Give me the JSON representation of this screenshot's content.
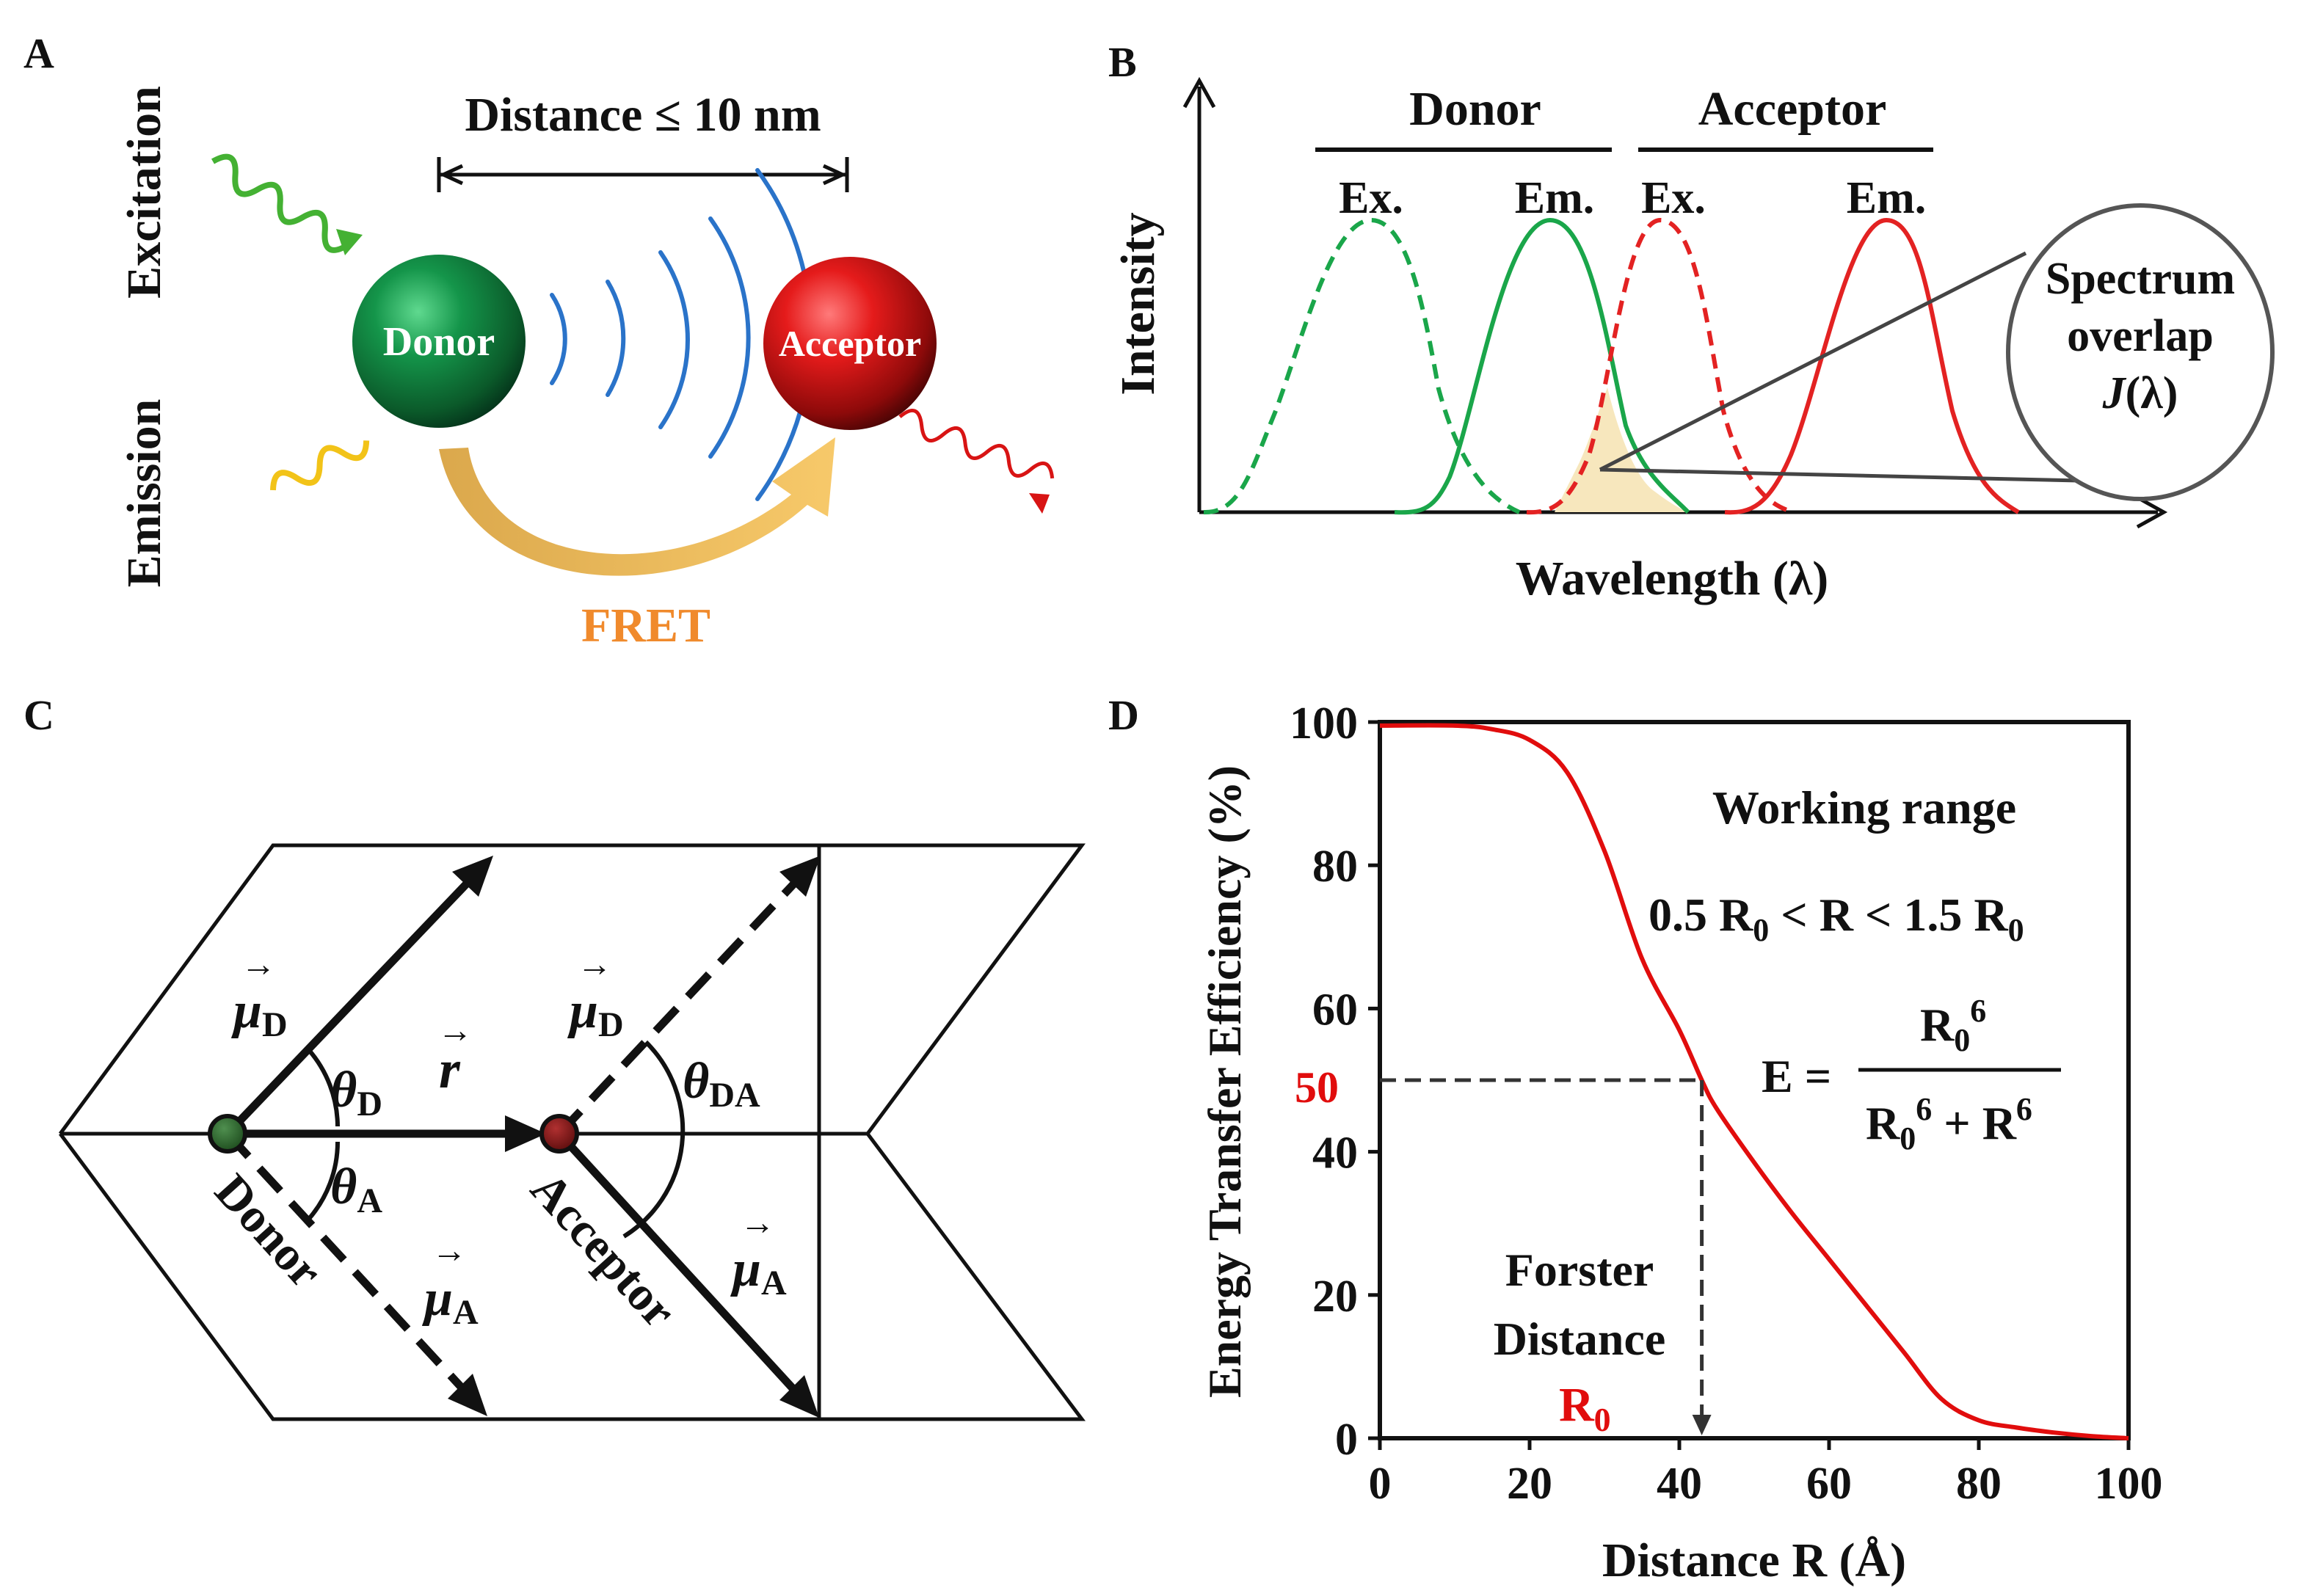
{
  "panel_labels": {
    "a": "A",
    "b": "B",
    "c": "C",
    "d": "D"
  },
  "colors": {
    "donor": "#1aa64a",
    "acceptor": "#e32222",
    "fret_arrow": "#e8ad42",
    "waves": "#2a73c9",
    "overlap": "#f7e7bd",
    "curve": "#e10d0d",
    "highlight": "#e10d0d",
    "fret_text": "#f08a2c"
  },
  "panel_a": {
    "distance_label": "Distance ≤ 10 nm",
    "excitation": "Excitation",
    "emission": "Emission",
    "donor": "Donor",
    "acceptor": "Acceptor",
    "fret": "FRET"
  },
  "panel_b": {
    "donor_header": "Donor",
    "acceptor_header": "Acceptor",
    "ex_label": "Ex.",
    "em_label": "Em.",
    "ex2_label": "Ex.",
    "em2_label": "Em.",
    "ylabel": "Intensity",
    "xlabel": "Wavelength (λ)",
    "callout_line1": "Spectrum",
    "callout_line2": "overlap",
    "callout_j": "J",
    "callout_lambda": "(λ)"
  },
  "panel_c": {
    "mu": "μ",
    "sub_d": "D",
    "sub_a": "A",
    "sub_da": "DA",
    "theta": "θ",
    "r": "r",
    "arrow": "→",
    "donor": "Donor",
    "acceptor": "Acceptor"
  },
  "panel_d": {
    "working_range": "Working range",
    "range_pre": "0.5 R",
    "range_mid": " < R < 1.5 R",
    "sub0": "0",
    "sup6": "6",
    "eq_e": "E =",
    "eq_r": "R",
    "eq_plus": " + R",
    "label_50": "50",
    "forster1": "Forster",
    "forster2": "Distance",
    "r0": "R"
  },
  "chart_data": {
    "type": "line",
    "xlabel": "Distance R (Å)",
    "ylabel": "Energy Transfer Efficiency (%)",
    "xlim": [
      0,
      100
    ],
    "ylim": [
      0,
      100
    ],
    "xticks": [
      "0",
      "20",
      "40",
      "60",
      "80",
      "100"
    ],
    "yticks": [
      "0",
      "20",
      "40",
      "60",
      "80",
      "100"
    ],
    "series": [
      {
        "x": [
          0,
          10,
          15,
          20,
          25,
          30,
          35,
          40,
          43,
          45,
          50,
          55,
          60,
          65,
          70,
          75,
          80,
          85,
          90,
          95,
          100
        ],
        "y": [
          99.5,
          99.5,
          99,
          97.5,
          93,
          82,
          67,
          57,
          50,
          46,
          38.5,
          31.5,
          25,
          18.5,
          12,
          5.5,
          2.5,
          1.5,
          0.8,
          0.3,
          0
        ]
      }
    ],
    "guide_x": 43,
    "guide_y": 50
  }
}
